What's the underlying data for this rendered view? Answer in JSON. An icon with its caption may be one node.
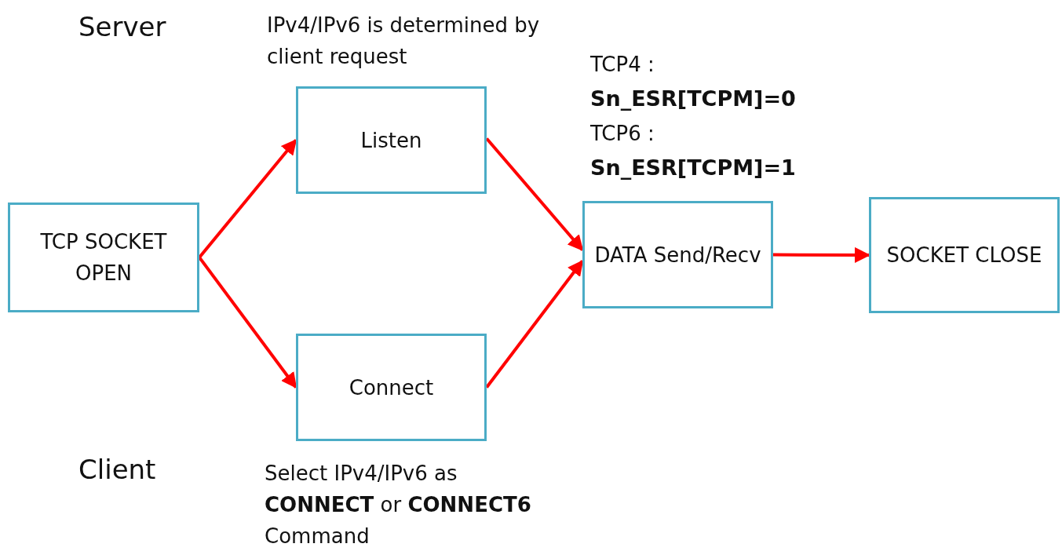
{
  "diagram": {
    "nodes": [
      {
        "text": [
          "TCP SOCKET OPEN"
        ]
      },
      {
        "text": [
          "Listen"
        ],
        "beside": [
          "IPv4/IPv6 is determined by client request"
        ]
      },
      {
        "text": [
          "Connect"
        ],
        "beside": [
          "Select IPv4/IPv6 as **CONNECT** or **CONNECT6** Command"
        ]
      },
      {
        "text": [
          "DATA Send/Recv"
        ]
      },
      {
        "text": [
          "SOCKET CLOSE"
        ]
      }
    ],
    "edges": [
      {
        "from": 0,
        "to": 1,
        "arrow": "to"
      },
      {
        "from": 0,
        "to": 2,
        "arrow": "to"
      },
      {
        "from": 1,
        "to": 3,
        "arrow": "to"
      },
      {
        "from": 2,
        "to": 3,
        "arrow": "to"
      },
      {
        "from": 3,
        "to": 4,
        "arrow": "to"
      }
    ],
    "labels": [
      "Server",
      "Client",
      "TCP4 :",
      "Sn_ESR[TCPM]=0",
      "TCP6 :",
      "Sn_ESR[TCPM]=1"
    ]
  }
}
